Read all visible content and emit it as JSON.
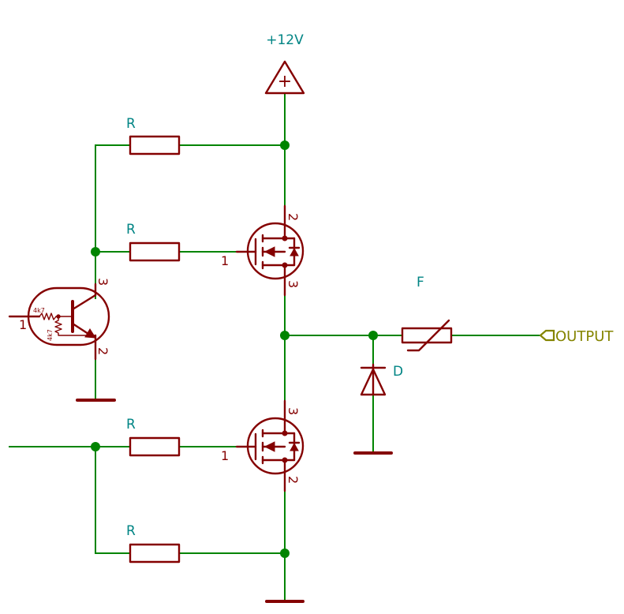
{
  "power": {
    "label": "+12V",
    "symbol": "+"
  },
  "resistors": {
    "r_top": "R",
    "r_upper_gate": "R",
    "r_lower_gate": "R",
    "r_bottom": "R"
  },
  "fuse": {
    "label": "F"
  },
  "diode": {
    "label": "D"
  },
  "output": {
    "label": "OUTPUT"
  },
  "transistor": {
    "r1": "4k7",
    "r2": "4k7"
  },
  "pins": {
    "q_top_gate": "1",
    "q_top_drain": "2",
    "q_top_source": "3",
    "q_bot_gate": "1",
    "q_bot_drain": "3",
    "q_bot_source": "2",
    "bjt_base": "1",
    "bjt_collector": "3",
    "bjt_emitter": "2"
  },
  "colors": {
    "wire": "#008400",
    "component": "#840000",
    "reference": "#008484",
    "net_label": "#848400"
  }
}
